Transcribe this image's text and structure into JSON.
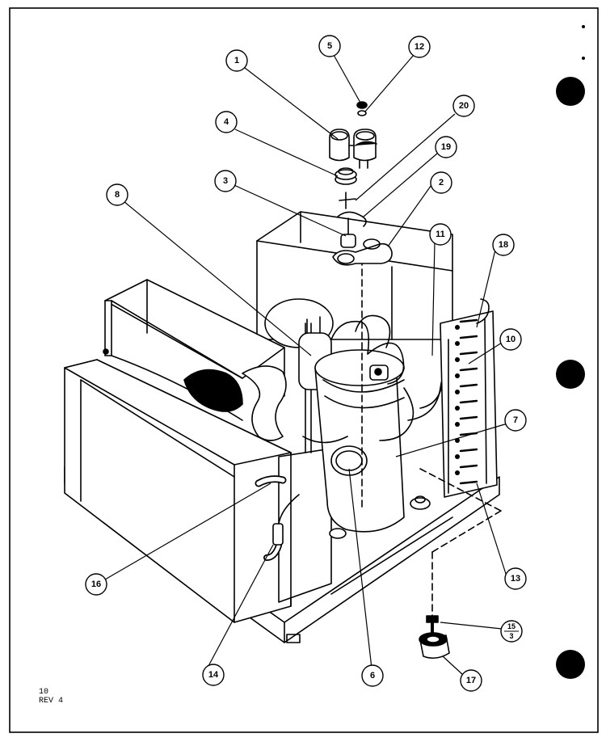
{
  "diagram": {
    "callouts": [
      {
        "id": "1",
        "label": "1"
      },
      {
        "id": "5",
        "label": "5"
      },
      {
        "id": "12",
        "label": "12"
      },
      {
        "id": "20",
        "label": "20"
      },
      {
        "id": "4",
        "label": "4"
      },
      {
        "id": "19",
        "label": "19"
      },
      {
        "id": "3",
        "label": "3"
      },
      {
        "id": "2",
        "label": "2"
      },
      {
        "id": "8",
        "label": "8"
      },
      {
        "id": "11",
        "label": "11"
      },
      {
        "id": "18",
        "label": "18"
      },
      {
        "id": "10",
        "label": "10"
      },
      {
        "id": "7",
        "label": "7"
      },
      {
        "id": "16",
        "label": "16"
      },
      {
        "id": "13",
        "label": "13"
      },
      {
        "id": "15",
        "label": "15"
      },
      {
        "id": "15sub",
        "label": "3"
      },
      {
        "id": "14",
        "label": "14"
      },
      {
        "id": "6",
        "label": "6"
      },
      {
        "id": "17",
        "label": "17"
      }
    ]
  },
  "footer": {
    "line1": "10",
    "line2": "REV 4"
  }
}
